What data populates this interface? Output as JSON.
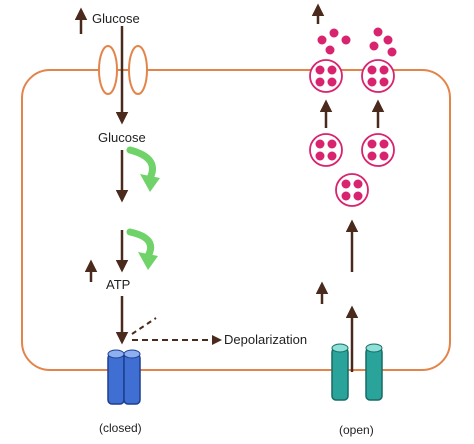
{
  "labels": {
    "glucose_outside": "Glucose",
    "glucose_inside": "Glucose",
    "atp": "ATP",
    "depolarization": "Depolarization",
    "closed": "(closed)",
    "open": "(open)"
  },
  "colors": {
    "membrane": "#e3854a",
    "transporter": "#e3854a",
    "arrow": "#4a2a1c",
    "metabolism_arrow": "#6fd36a",
    "channel_closed": "#3f6fd2",
    "channel_open": "#2aa39a",
    "insulin_granule": "#d8236f"
  }
}
